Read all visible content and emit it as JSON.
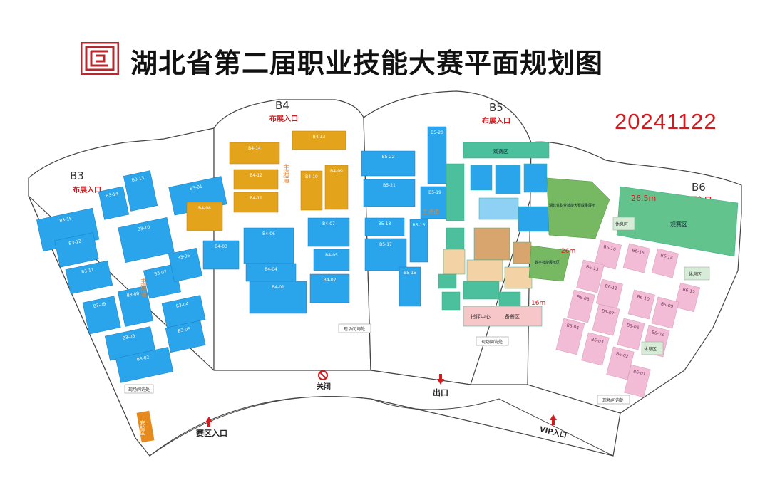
{
  "title": "湖北省第二届职业技能大赛平面规划图",
  "date": "20241122",
  "colors": {
    "blue": "#2aa4ea",
    "orange": "#e3a41b",
    "green": "#76b962",
    "pink": "#f2bcd6",
    "peach": "#f3d2a6",
    "teal": "#4cbf9c",
    "red": "#d21a1f",
    "navy": "#1f3b8a"
  },
  "halls": {
    "b3": "B3",
    "b4": "B4",
    "b5": "B5",
    "b6": "B6",
    "entry_b3": "布展入口",
    "entry_b4": "布展入口",
    "entry_b5": "布展入口",
    "entry_b6": "布展入口"
  },
  "entrances": {
    "main": "赛区入口",
    "exit": "出口",
    "closed": "关闭",
    "vip": "VIP入口",
    "security": "安检区"
  },
  "aisle": "主通道",
  "info": {
    "label": "现场问询处"
  },
  "zones": {
    "spectator_b5": "观赛区",
    "spectator_b6": "观赛区",
    "rest1": "休息区",
    "rest2": "休息区",
    "rest3": "休息区",
    "green_a": "湖北省职业技能大赛成果展示",
    "green_b": "数字技能展示区",
    "command": "指挥中心",
    "dining": "备餐区"
  },
  "dims": {
    "d265": "26.5m",
    "d26": "26m",
    "d16": "16m"
  },
  "booths_b3": [
    "B3-15",
    "B3-14",
    "B3-13",
    "B3-12",
    "B3-11",
    "B3-10",
    "B3-09",
    "B3-08",
    "B3-07",
    "B3-06",
    "B3-05",
    "B3-04",
    "B3-03",
    "B3-02",
    "B3-01"
  ],
  "booths_b4": [
    "B4-14",
    "B4-13",
    "B4-12",
    "B4-11",
    "B4-10",
    "B4-09",
    "B4-08",
    "B4-07",
    "B4-06",
    "B4-05",
    "B4-04",
    "B4-03",
    "B4-02",
    "B4-01"
  ],
  "booths_b5": [
    "B5-22",
    "B5-21",
    "B5-20",
    "B5-19",
    "B5-18",
    "B5-17",
    "B5-16",
    "B5-15"
  ],
  "booths_b6": [
    "B6-16",
    "B6-15",
    "B6-14",
    "B6-13",
    "B6-12",
    "B6-11",
    "B6-10",
    "B6-09",
    "B6-08",
    "B6-07",
    "B6-06",
    "B6-05",
    "B6-04",
    "B6-03",
    "B6-02",
    "B6-01"
  ]
}
